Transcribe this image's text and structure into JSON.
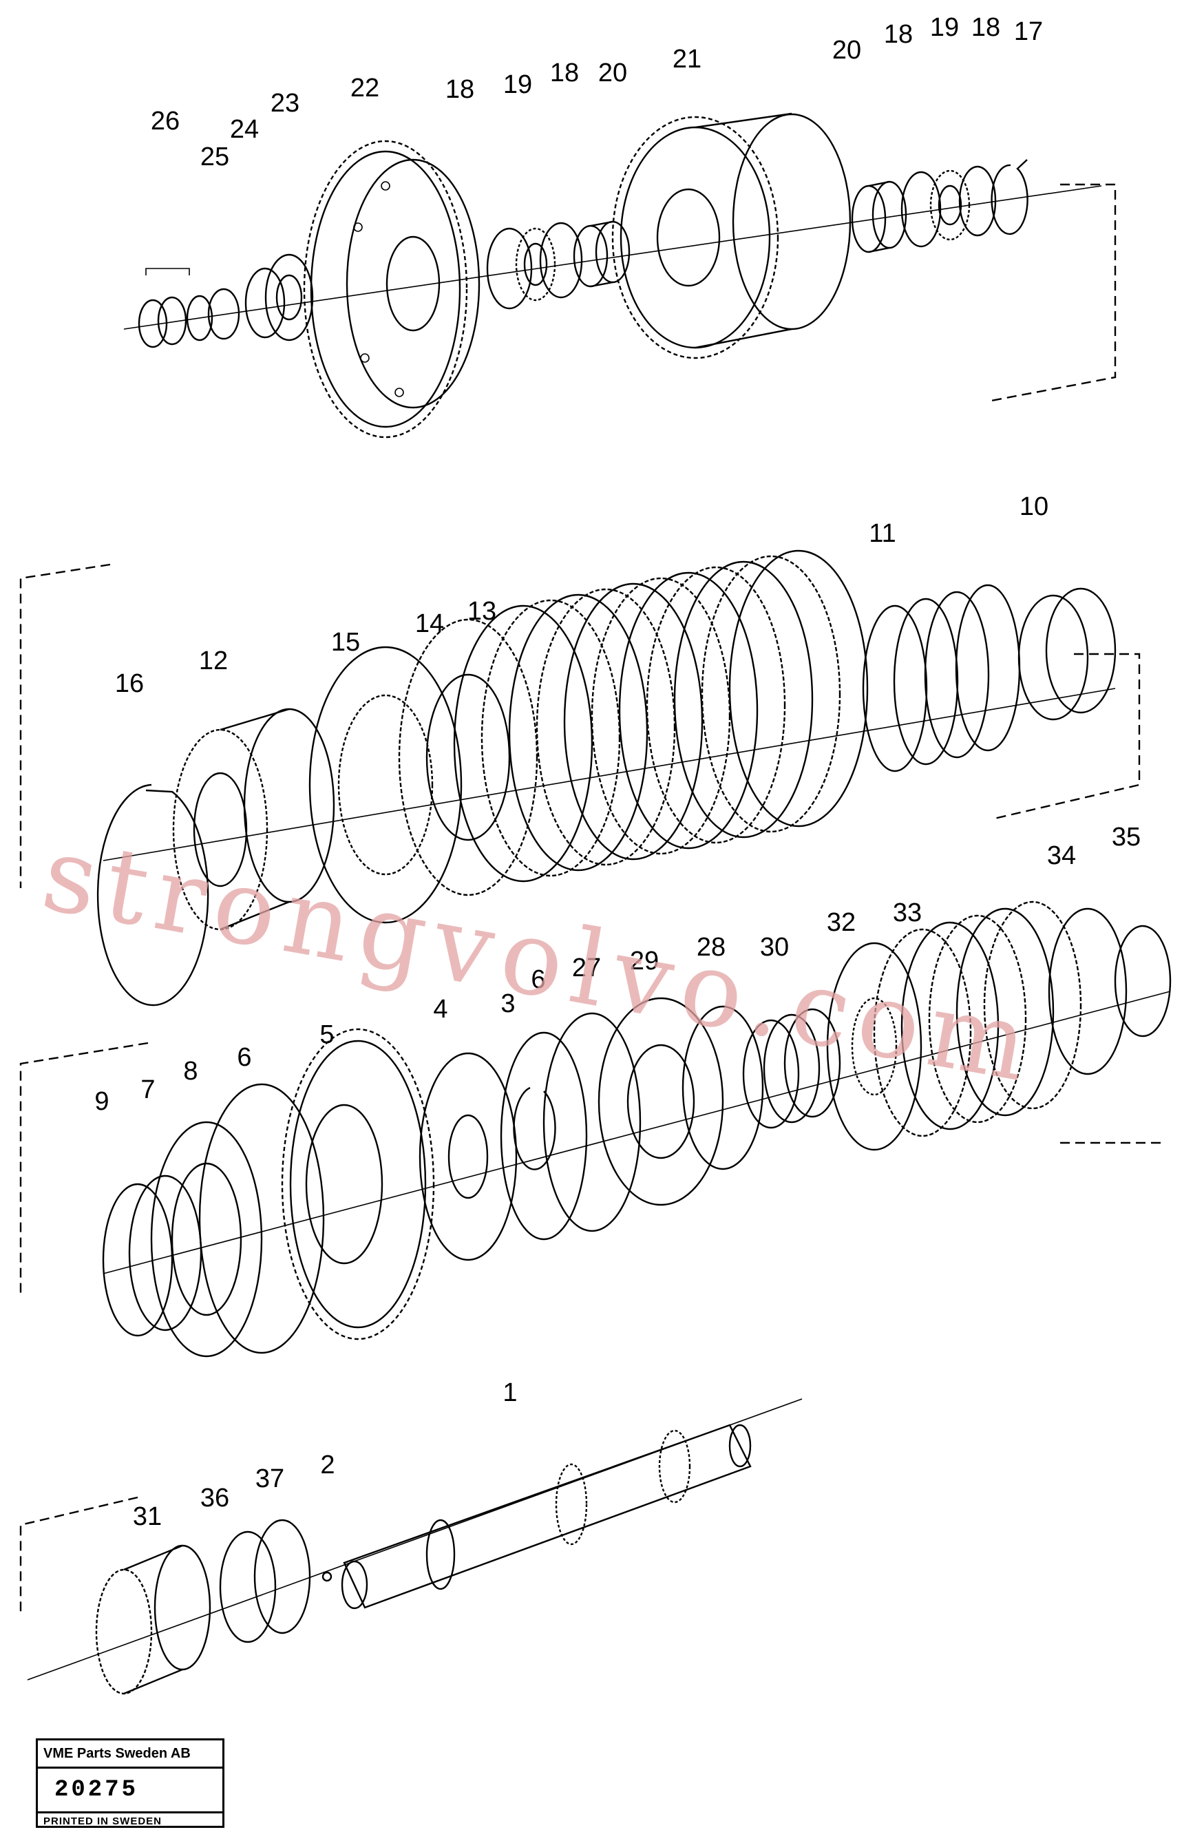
{
  "watermark": "strongvolvo.com",
  "callouts": {
    "c1": "1",
    "c2": "2",
    "c4": "4",
    "c5": "5",
    "c6a": "6",
    "c6b": "6",
    "c7": "7",
    "c8": "8",
    "c9": "9",
    "c10": "10",
    "c11": "11",
    "c12": "12",
    "c13": "13",
    "c14": "14",
    "c15": "15",
    "c16": "16",
    "c17": "17",
    "c18a": "18",
    "c18b": "18",
    "c18c": "18",
    "c18d": "18",
    "c19a": "19",
    "c19b": "19",
    "c20a": "20",
    "c20b": "20",
    "c21": "21",
    "c22": "22",
    "c23": "23",
    "c24": "24",
    "c25": "25",
    "c26": "26",
    "c27": "27",
    "c28": "28",
    "c29": "29",
    "c30": "30",
    "c31": "31",
    "c32": "32",
    "c33": "33",
    "c34": "34",
    "c35": "35",
    "c36": "36",
    "c37": "37",
    "c3": "3"
  },
  "stamp": {
    "company": "VME Parts Sweden AB",
    "number": "20275",
    "printed": "PRINTED IN SWEDEN"
  }
}
